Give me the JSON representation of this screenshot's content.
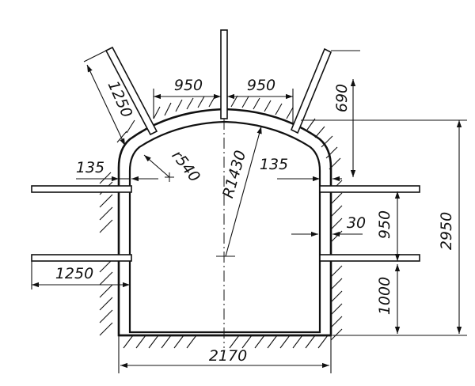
{
  "drawing": {
    "labels": {
      "rock_bolt_length_upper": "1250",
      "arch_half_span_left": "950",
      "arch_half_span_right": "950",
      "bolt_projection": "690",
      "lining_thickness_left": "135",
      "lining_thickness_right": "135",
      "corner_radius": "r540",
      "arch_radius": "R1430",
      "wall_gap": "30",
      "bolt_spacing_vertical": "950",
      "total_height": "2950",
      "rock_bolt_length_side": "1250",
      "wall_base_height": "1000",
      "clear_width": "2170"
    }
  }
}
